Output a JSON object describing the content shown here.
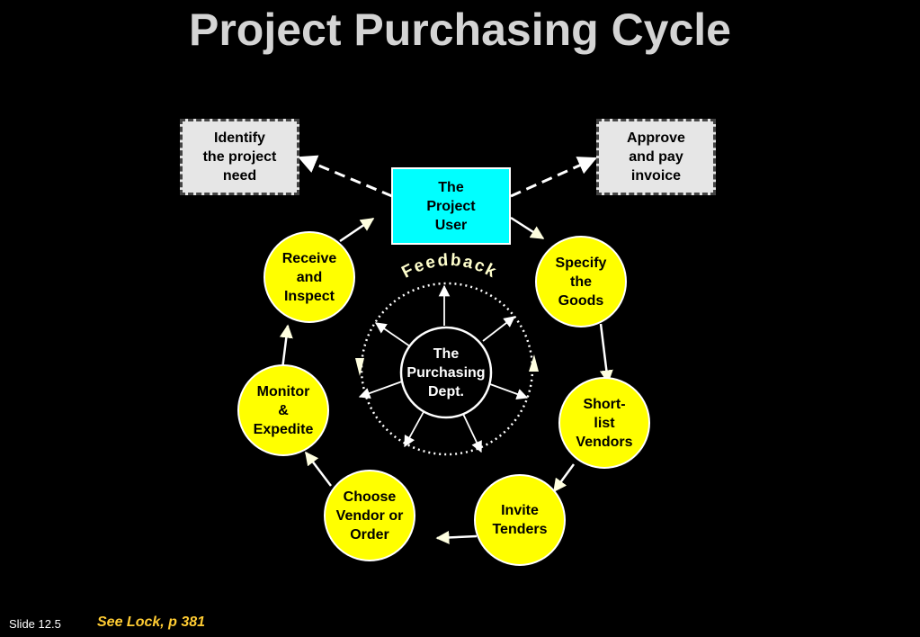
{
  "title": "Project Purchasing Cycle",
  "nodes": {
    "identify": "Identify\nthe project\nneed",
    "approve": "Approve\nand pay\ninvoice",
    "user": "The\nProject\nUser",
    "specify": "Specify\nthe\nGoods",
    "shortlist": "Short-\nlist\nVendors",
    "invite": "Invite\nTenders",
    "choose": "Choose\nVendor or\nOrder",
    "monitor": "Monitor\n&\nExpedite",
    "receive": "Receive\nand\nInspect",
    "purchasing": "The\nPurchasing\nDept."
  },
  "feedback_label": "Feedback",
  "footer": {
    "slide": "Slide 12.5",
    "reference": "See Lock, p 381"
  },
  "colors": {
    "yellow_node": "#ffff00",
    "user_box": "#00ffff",
    "dashed_box": "#e6e6e6",
    "title": "#d4d4d4",
    "feedback": "#ffffcc",
    "reference": "#ffcc33"
  }
}
